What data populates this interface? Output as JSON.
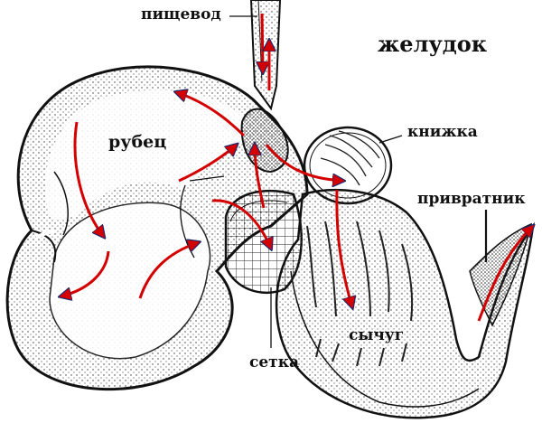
{
  "diagram": {
    "title": "желудок",
    "labels": {
      "esophagus": "пищевод",
      "rumen": "рубец",
      "omasum": "книжка",
      "pylorus": "привратник",
      "reticulum": "сетка",
      "abomasum": "сычуг"
    },
    "colors": {
      "arrow": "#d40000",
      "arrow_outline": "#1a2a6e",
      "outline": "#111111",
      "stipple": "#333333",
      "background": "#ffffff"
    },
    "arrows": [
      {
        "name": "esophagus-down-arrow",
        "from": "esophagus",
        "to": "rumen"
      },
      {
        "name": "rumen-upper-arrow",
        "from": "cardia",
        "to": "rumen-dorsal"
      },
      {
        "name": "rumen-left-down-arrow",
        "from": "rumen-dorsal",
        "to": "rumen-ventral"
      },
      {
        "name": "rumen-ventral-arrow",
        "from": "rumen-ventral",
        "to": "rumen-ventral-blind-sac"
      },
      {
        "name": "rumen-mid-up-arrow",
        "from": "rumen-ventral",
        "to": "cardia"
      },
      {
        "name": "rumen-center-arrow",
        "from": "rumen",
        "to": "cardia"
      },
      {
        "name": "reticulum-up-arrow",
        "from": "reticulum",
        "to": "cardia"
      },
      {
        "name": "reticulum-in-arrow",
        "from": "rumen",
        "to": "reticulum"
      },
      {
        "name": "omasum-in-arrow",
        "from": "cardia",
        "to": "omasum"
      },
      {
        "name": "abomasum-down-arrow",
        "from": "omasum",
        "to": "abomasum"
      },
      {
        "name": "pylorus-out-arrow",
        "from": "abomasum",
        "to": "pylorus"
      }
    ]
  }
}
